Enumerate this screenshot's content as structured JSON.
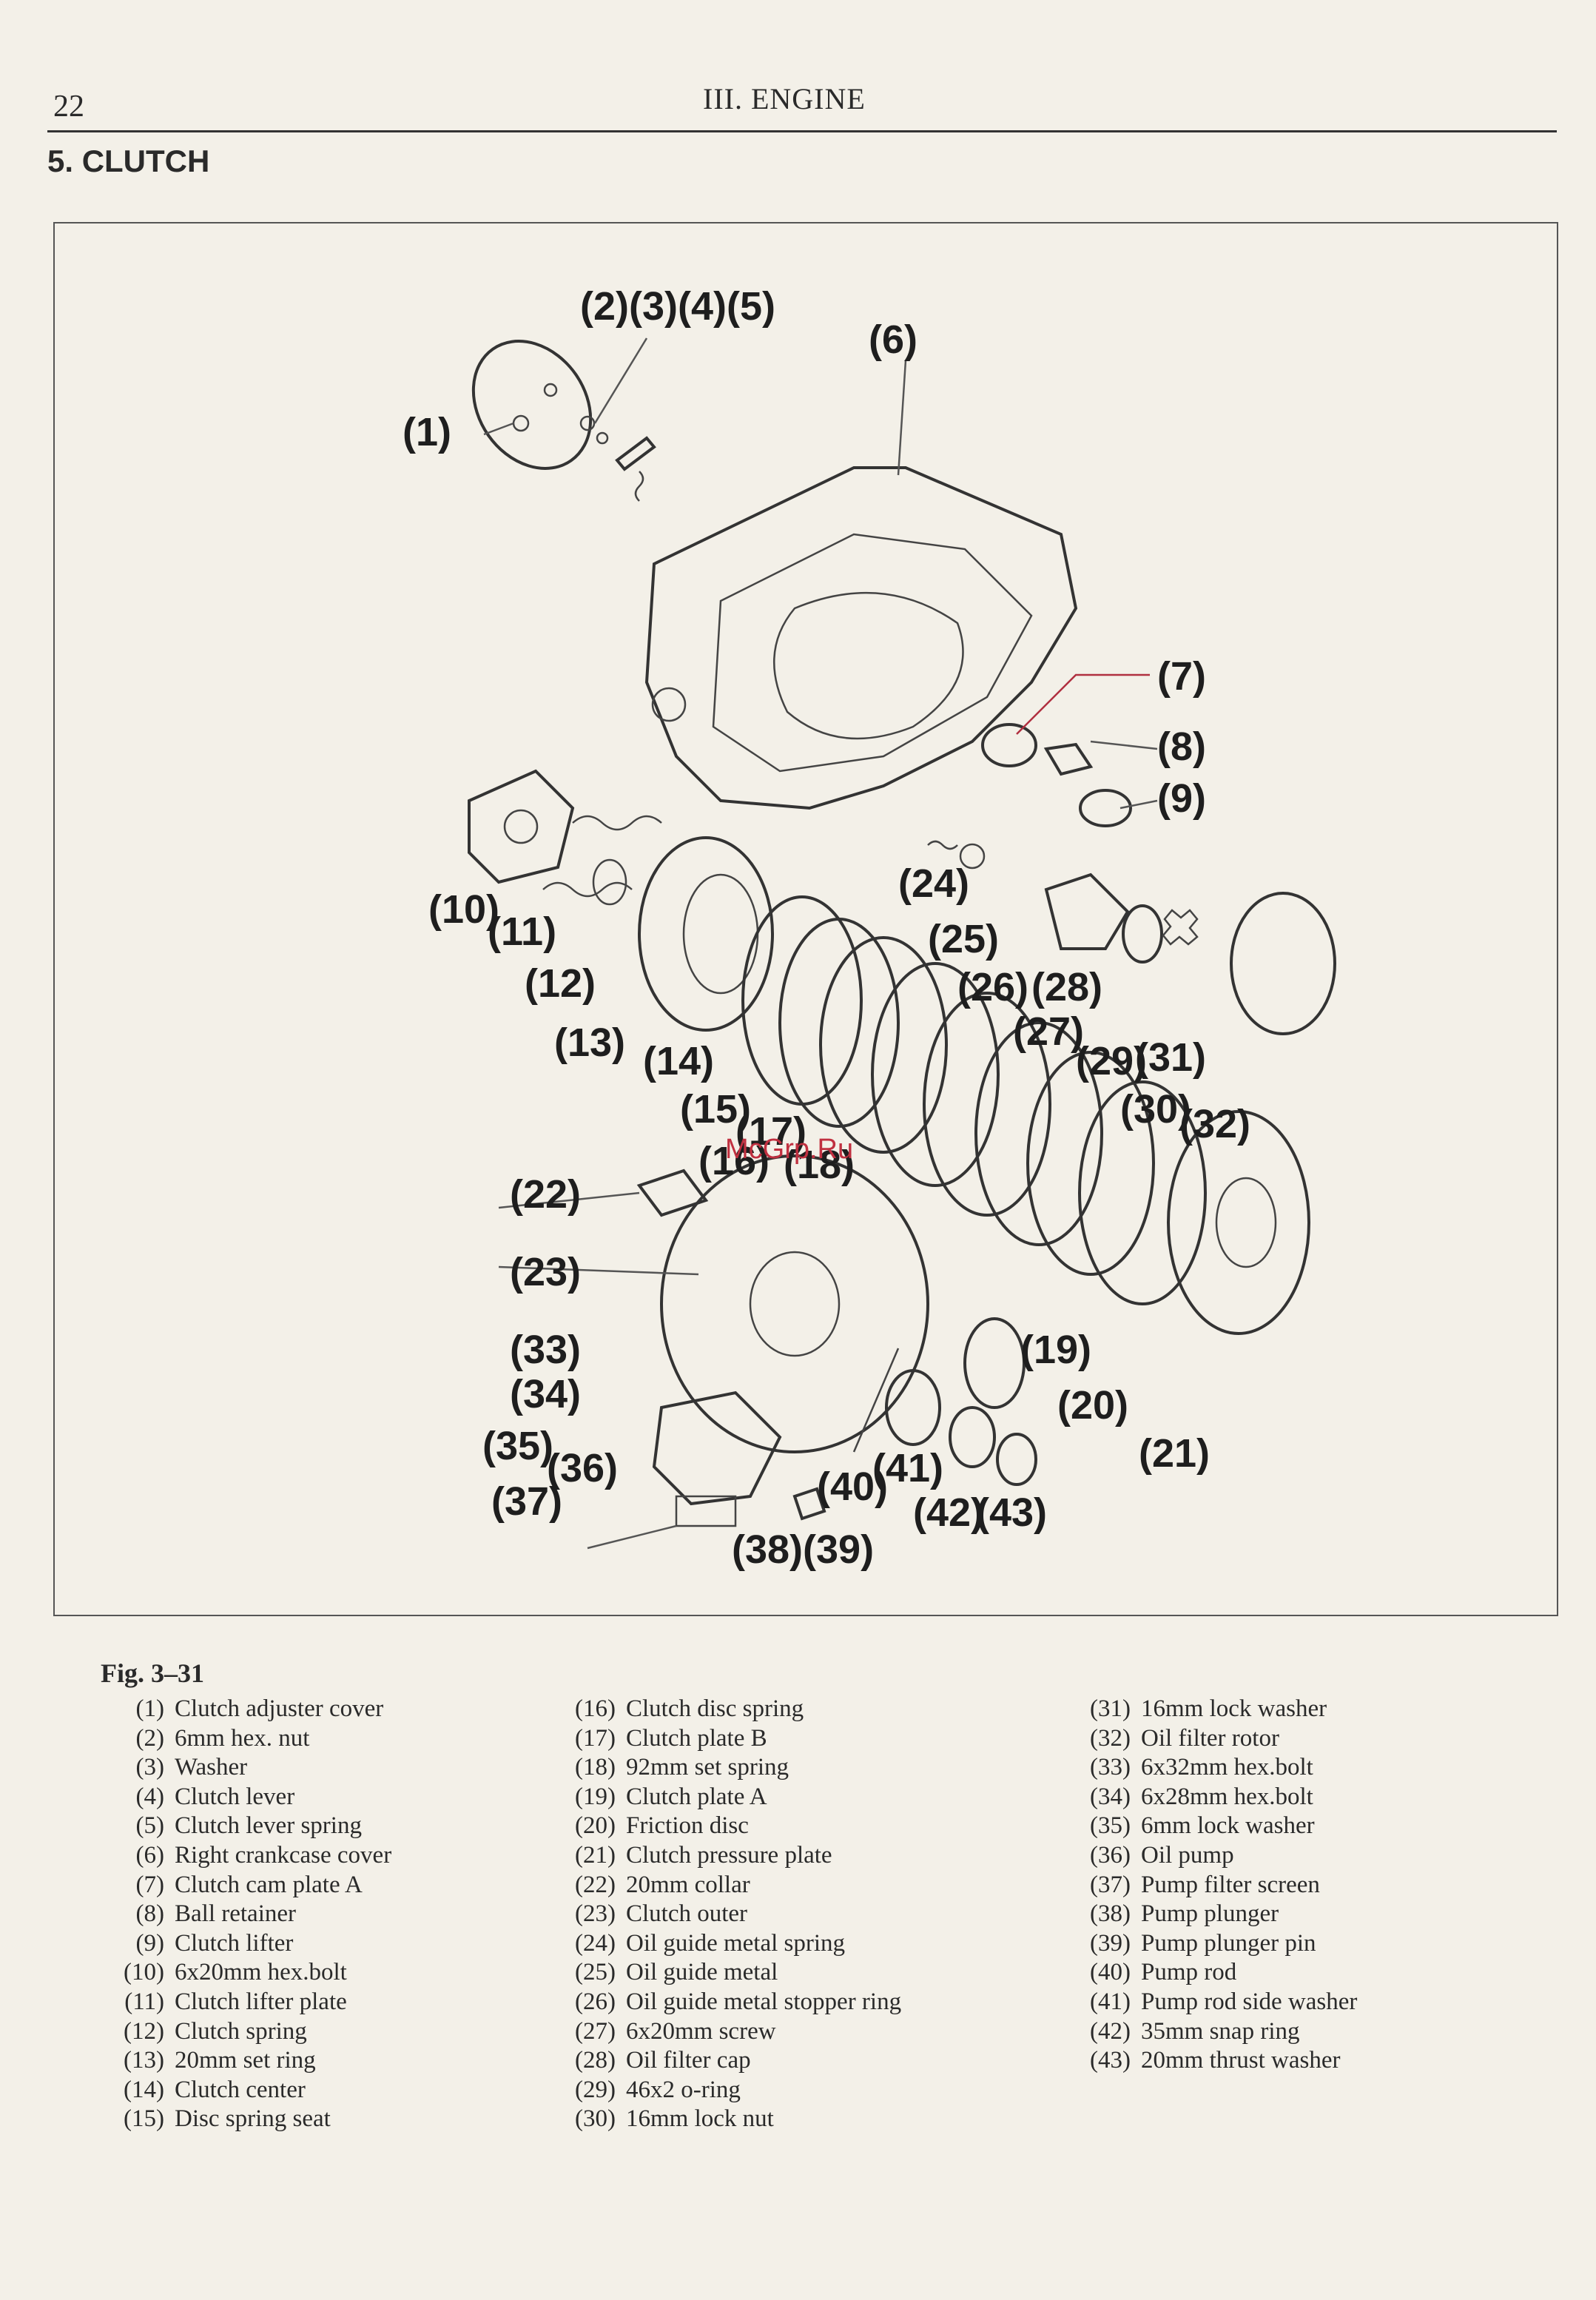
{
  "header": {
    "page_number": "22",
    "running_head": "III. ENGINE",
    "section_title": "5. CLUTCH"
  },
  "watermark": "McGrp.Ru",
  "figure": {
    "caption": "Fig. 3–31",
    "callouts": [
      "(1)",
      "(2)(3)(4)(5)",
      "(6)",
      "(7)",
      "(8)",
      "(9)",
      "(10)",
      "(11)",
      "(12)",
      "(13)",
      "(14)",
      "(15)",
      "(16)",
      "(17)",
      "(18)",
      "(19)",
      "(20)",
      "(21)",
      "(22)",
      "(23)",
      "(24)",
      "(25)",
      "(26)",
      "(27)",
      "(28)",
      "(29)",
      "(30)",
      "(31)",
      "(32)",
      "(33)",
      "(34)",
      "(35)",
      "(36)",
      "(37)",
      "(38)(39)",
      "(40)",
      "(41)",
      "(42)",
      "(43)"
    ]
  },
  "legend": {
    "col1": [
      {
        "num": "(1)",
        "label": "Clutch adjuster cover"
      },
      {
        "num": "(2)",
        "label": "6mm hex. nut"
      },
      {
        "num": "(3)",
        "label": "Washer"
      },
      {
        "num": "(4)",
        "label": "Clutch lever"
      },
      {
        "num": "(5)",
        "label": "Clutch lever spring"
      },
      {
        "num": "(6)",
        "label": "Right crankcase cover"
      },
      {
        "num": "(7)",
        "label": "Clutch cam plate A"
      },
      {
        "num": "(8)",
        "label": "Ball retainer"
      },
      {
        "num": "(9)",
        "label": "Clutch lifter"
      },
      {
        "num": "(10)",
        "label": "6x20mm hex.bolt"
      },
      {
        "num": "(11)",
        "label": "Clutch lifter plate"
      },
      {
        "num": "(12)",
        "label": "Clutch spring"
      },
      {
        "num": "(13)",
        "label": "20mm set ring"
      },
      {
        "num": "(14)",
        "label": "Clutch center"
      },
      {
        "num": "(15)",
        "label": "Disc spring seat"
      }
    ],
    "col2": [
      {
        "num": "(16)",
        "label": "Clutch disc spring"
      },
      {
        "num": "(17)",
        "label": "Clutch plate B"
      },
      {
        "num": "(18)",
        "label": "92mm set spring"
      },
      {
        "num": "(19)",
        "label": "Clutch plate A"
      },
      {
        "num": "(20)",
        "label": "Friction disc"
      },
      {
        "num": "(21)",
        "label": "Clutch pressure plate"
      },
      {
        "num": "(22)",
        "label": "20mm collar"
      },
      {
        "num": "(23)",
        "label": "Clutch outer"
      },
      {
        "num": "(24)",
        "label": "Oil guide metal spring"
      },
      {
        "num": "(25)",
        "label": "Oil guide metal"
      },
      {
        "num": "(26)",
        "label": "Oil guide metal stopper ring"
      },
      {
        "num": "(27)",
        "label": "6x20mm screw"
      },
      {
        "num": "(28)",
        "label": "Oil filter cap"
      },
      {
        "num": "(29)",
        "label": "46x2 o-ring"
      },
      {
        "num": "(30)",
        "label": "16mm lock nut"
      }
    ],
    "col3": [
      {
        "num": "(31)",
        "label": "16mm lock washer"
      },
      {
        "num": "(32)",
        "label": "Oil filter rotor"
      },
      {
        "num": "(33)",
        "label": "6x32mm hex.bolt"
      },
      {
        "num": "(34)",
        "label": "6x28mm hex.bolt"
      },
      {
        "num": "(35)",
        "label": "6mm lock washer"
      },
      {
        "num": "(36)",
        "label": "Oil pump"
      },
      {
        "num": "(37)",
        "label": "Pump filter screen"
      },
      {
        "num": "(38)",
        "label": "Pump plunger"
      },
      {
        "num": "(39)",
        "label": "Pump plunger pin"
      },
      {
        "num": "(40)",
        "label": "Pump rod"
      },
      {
        "num": "(41)",
        "label": "Pump rod side washer"
      },
      {
        "num": "(42)",
        "label": "35mm snap ring"
      },
      {
        "num": "(43)",
        "label": "20mm thrust washer"
      }
    ]
  }
}
